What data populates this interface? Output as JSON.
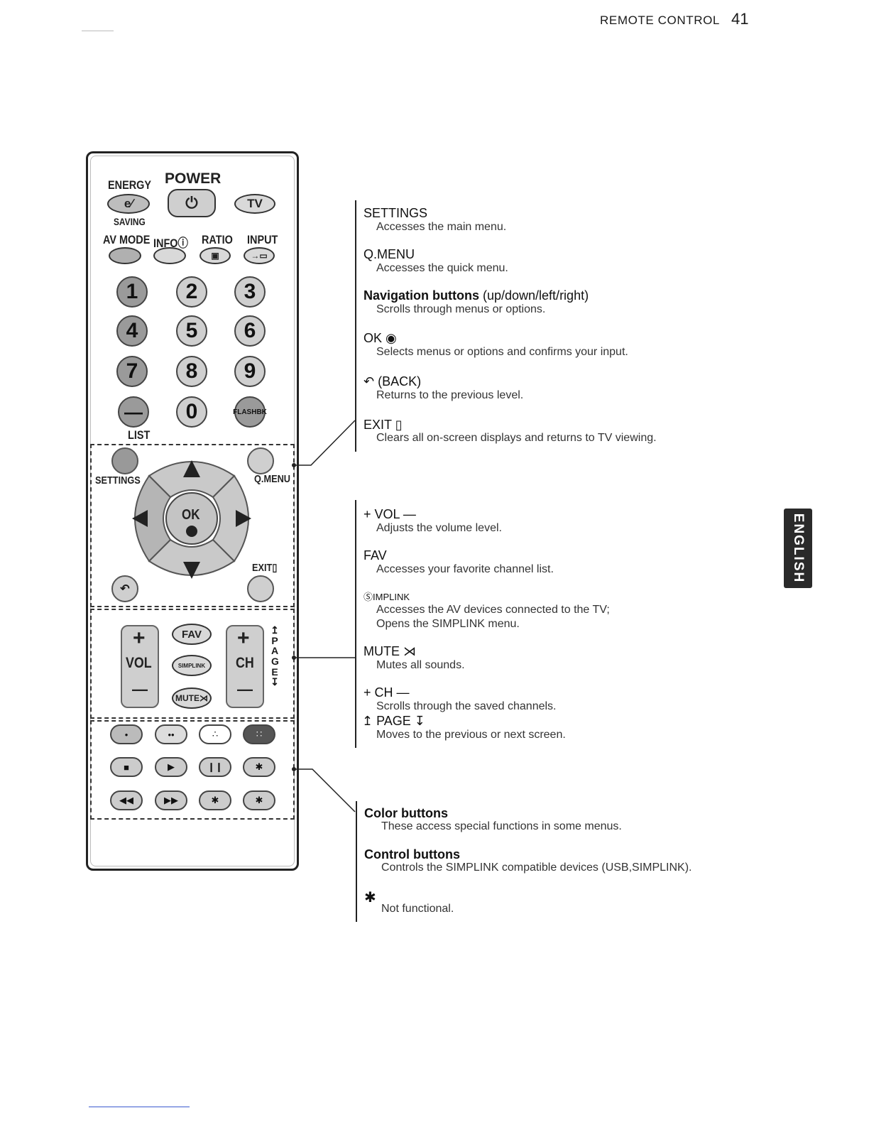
{
  "header": {
    "section": "REMOTE CONTROL",
    "page_number": "41"
  },
  "language_tab": "ENGLISH",
  "remote": {
    "energy_top": "ENERGY",
    "energy_bottom": "SAVING",
    "power": "POWER",
    "tv": "TV",
    "av_mode": "AV MODE",
    "info": "INFOⓘ",
    "ratio": "RATIO",
    "input": "INPUT",
    "numbers": [
      "1",
      "2",
      "3",
      "4",
      "5",
      "6",
      "7",
      "8",
      "9",
      "0"
    ],
    "list": "LIST",
    "flashbk": "FLASHBK",
    "settings": "SETTINGS",
    "qmenu": "Q.MENU",
    "ok": "OK",
    "exit": "EXIT▯",
    "vol": "VOL",
    "ch": "CH",
    "fav": "FAV",
    "simplink": "SIMPLINK",
    "mute": "MUTE⋊",
    "page": "PAGE",
    "plus": "+",
    "minus": "—"
  },
  "group1": [
    {
      "title": "SETTINGS",
      "desc": "Accesses the main menu."
    },
    {
      "title": "Q.MENU",
      "desc": "Accesses the quick menu."
    },
    {
      "title_bold": "Navigation buttons",
      "title_rest": " (up/down/left/right)",
      "desc": "Scrolls through menus or options."
    },
    {
      "title": "OK ◉",
      "desc": "Selects menus or options and confirms your input."
    },
    {
      "title": "↶ (BACK)",
      "desc": "Returns to the previous level."
    },
    {
      "title": "EXIT ▯",
      "desc": "Clears all on-screen displays and returns to TV viewing."
    }
  ],
  "group2": [
    {
      "title": "+ VOL —",
      "desc": "Adjusts the volume level."
    },
    {
      "title": "FAV",
      "desc": "Accesses your favorite channel list."
    },
    {
      "title": "ⓈIMPLINK",
      "desc": "Accesses the AV devices connected to the TV;",
      "desc2": "Opens the SIMPLINK menu."
    },
    {
      "title": "MUTE ⋊",
      "desc": "Mutes all sounds."
    },
    {
      "title": "+ CH —",
      "desc": "Scrolls through the saved channels."
    },
    {
      "title": "↥ PAGE ↧",
      "desc": "Moves to the previous or next screen."
    }
  ],
  "group3": [
    {
      "title": "Color buttons",
      "desc": "These access special functions in some menus."
    },
    {
      "title": "Control buttons",
      "desc": "Controls the SIMPLINK compatible devices (USB,SIMPLINK)."
    },
    {
      "title": "✱",
      "desc": "Not functional."
    }
  ]
}
